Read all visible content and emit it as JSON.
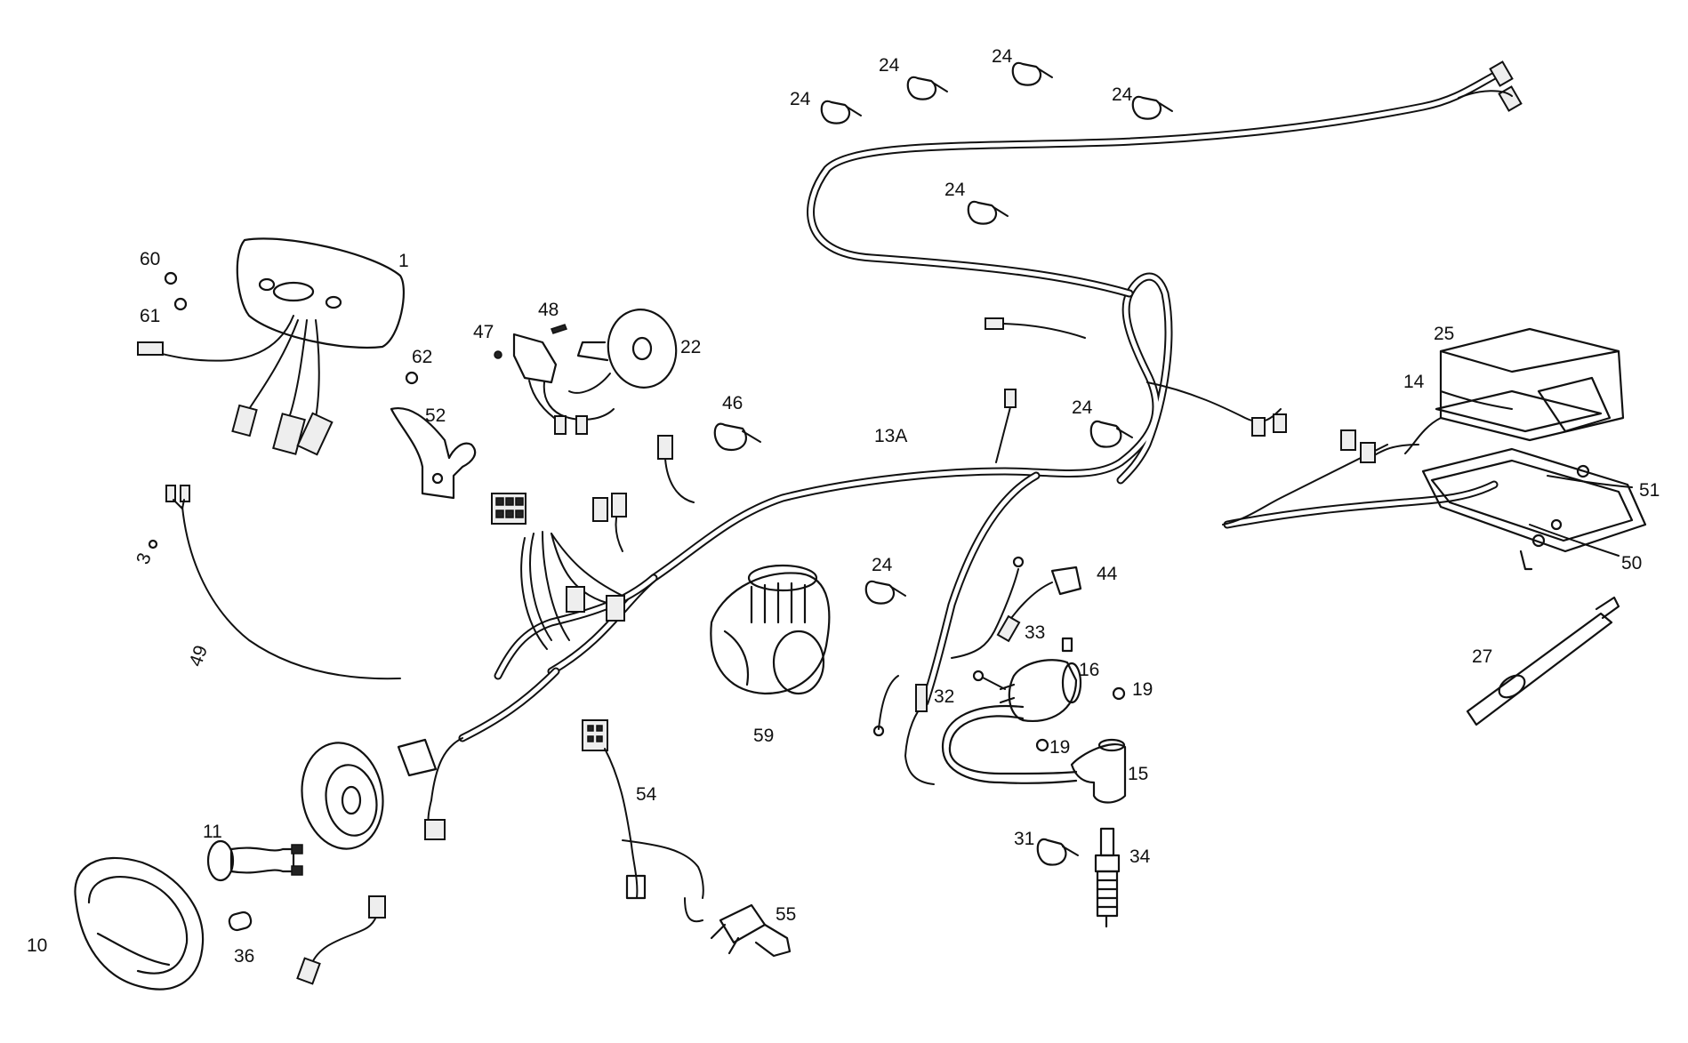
{
  "labels": {
    "p1": "1",
    "p60": "60",
    "p61": "61",
    "p62": "62",
    "p52": "52",
    "p47": "47",
    "p48": "48",
    "p22": "22",
    "p46": "46",
    "p13a": "13A",
    "p3": "3",
    "p49": "49",
    "p59": "59",
    "p11": "11",
    "p10": "10",
    "p36": "36",
    "p54": "54",
    "p55": "55",
    "p24a": "24",
    "p24b": "24",
    "p24c": "24",
    "p24d": "24",
    "p24e": "24",
    "p24f": "24",
    "p24g": "24",
    "p44": "44",
    "p33": "33",
    "p16": "16",
    "p32": "32",
    "p19a": "19",
    "p19b": "19",
    "p15": "15",
    "p31": "31",
    "p34": "34",
    "p25": "25",
    "p14": "14",
    "p51": "51",
    "p50": "50",
    "p27": "27"
  },
  "colors": {
    "ink": "#111111",
    "background": "#ffffff"
  }
}
